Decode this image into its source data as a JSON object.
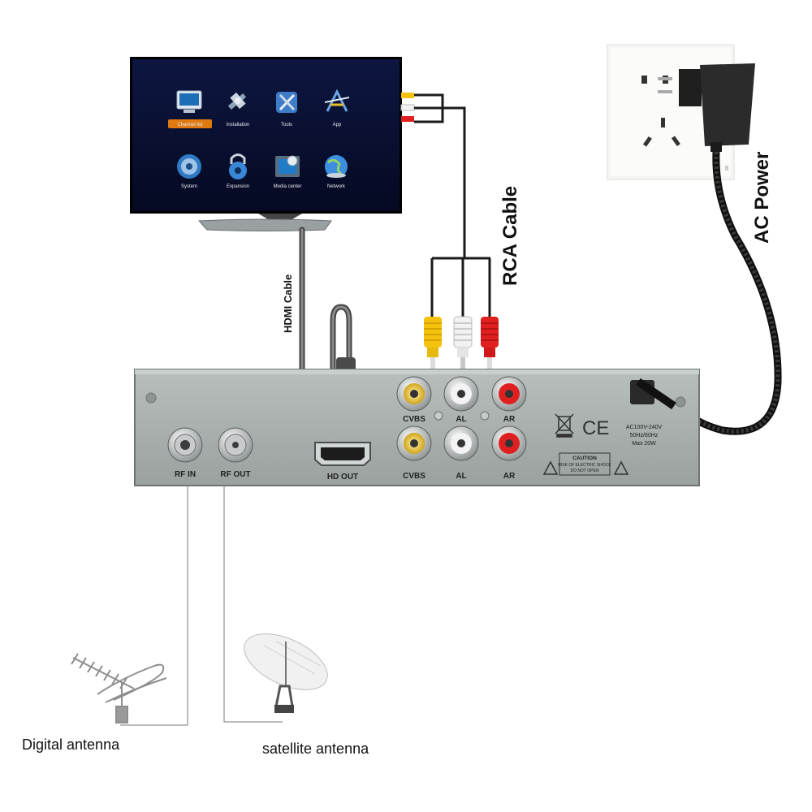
{
  "tv": {
    "menu_items": [
      {
        "label": "Channel list",
        "icon": "monitor-icon"
      },
      {
        "label": "Installation",
        "icon": "satellite-icon"
      },
      {
        "label": "Tools",
        "icon": "tools-icon"
      },
      {
        "label": "App",
        "icon": "app-store-icon"
      },
      {
        "label": "System",
        "icon": "gear-icon"
      },
      {
        "label": "Expansion",
        "icon": "lock-icon"
      },
      {
        "label": "Media center",
        "icon": "film-icon"
      },
      {
        "label": "Network",
        "icon": "globe-icon"
      }
    ]
  },
  "cables": {
    "hdmi": "HDMI Cable",
    "rca": "RCA Cable",
    "power": "AC Power"
  },
  "receiver": {
    "ports": {
      "rf_in": "RF IN",
      "rf_out": "RF OUT",
      "hd_out": "HD OUT",
      "cvbs_top": "CVBS",
      "al_top": "AL",
      "ar_top": "AR",
      "cvbs_bottom": "CVBS",
      "al_bottom": "AL",
      "ar_bottom": "AR"
    },
    "power_rating": [
      "AC100V-240V",
      "50Hz/60Hz",
      "Max 20W"
    ],
    "ce_mark": "CE",
    "caution_title": "CAUTION",
    "caution_lines": [
      "RISK OF ELECTRIC SHOCK",
      "DO NOT OPEN"
    ]
  },
  "antennas": {
    "digital": "Digital antenna",
    "satellite": "satellite antenna"
  },
  "colors": {
    "tv_screen": "#0a1030",
    "receiver_panel": "#a9b0ae",
    "rca_yellow": "#f4c20d",
    "rca_white": "#f2f2f2",
    "rca_red": "#e02020",
    "cable_black": "#1a1a1a"
  }
}
